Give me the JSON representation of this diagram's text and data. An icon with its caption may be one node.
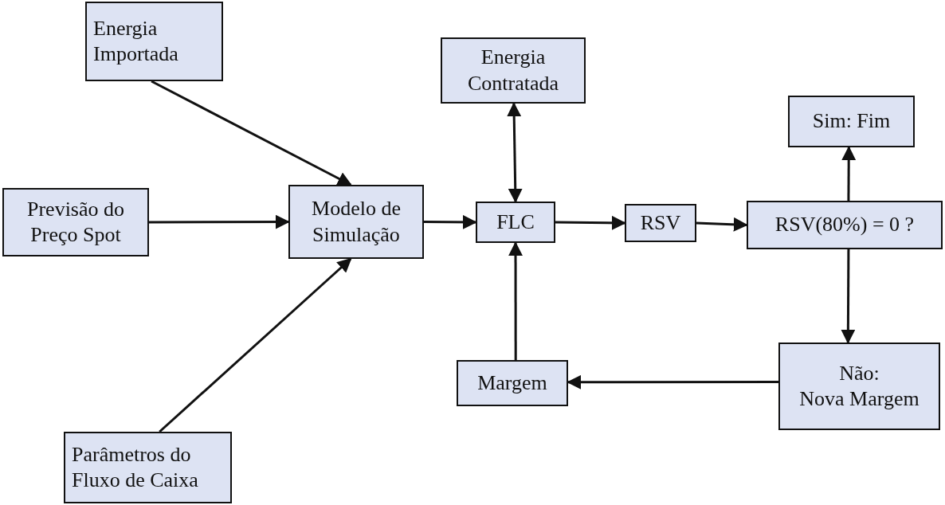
{
  "diagram": {
    "nodes": [
      {
        "text": [
          "Energia Importada"
        ]
      },
      {
        "text": [
          "Energia Contratada"
        ]
      },
      {
        "text": [
          "Sim: Fim"
        ]
      },
      {
        "text": [
          "Previsão do Preço Spot"
        ]
      },
      {
        "text": [
          "Modelo de Simulação"
        ]
      },
      {
        "text": [
          "FLC"
        ]
      },
      {
        "text": [
          "RSV"
        ]
      },
      {
        "text": [
          "RSV(80%) = 0 ?"
        ]
      },
      {
        "text": [
          "Margem"
        ]
      },
      {
        "text": [
          "Não:",
          "Nova Margem"
        ]
      },
      {
        "text": [
          "Parâmetros do Fluxo de Caixa"
        ]
      }
    ],
    "edges": [
      {
        "from": 0,
        "to": 4,
        "arrow": "to"
      },
      {
        "from": 3,
        "to": 4,
        "arrow": "to"
      },
      {
        "from": 10,
        "to": 4,
        "arrow": "to"
      },
      {
        "from": 4,
        "to": 5,
        "arrow": "to"
      },
      {
        "from": 1,
        "to": 5,
        "arrow": "both"
      },
      {
        "from": 5,
        "to": 6,
        "arrow": "to"
      },
      {
        "from": 6,
        "to": 7,
        "arrow": "to"
      },
      {
        "from": 7,
        "to": 2,
        "arrow": "to"
      },
      {
        "from": 7,
        "to": 9,
        "arrow": "to"
      },
      {
        "from": 9,
        "to": 8,
        "arrow": "to"
      },
      {
        "from": 8,
        "to": 5,
        "arrow": "to"
      }
    ]
  }
}
